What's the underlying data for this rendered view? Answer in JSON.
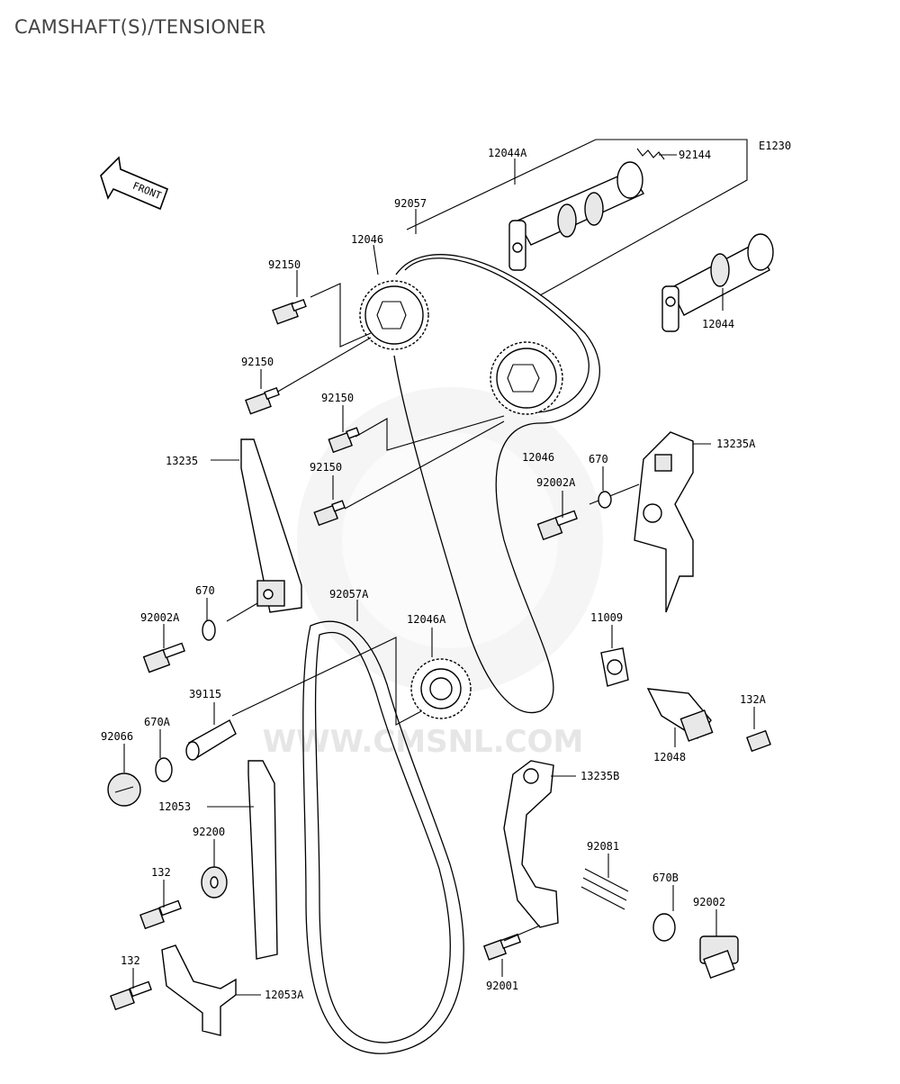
{
  "page": {
    "title": "CAMSHAFT(S)/TENSIONER"
  },
  "diagram": {
    "code": "E1230",
    "front_label": "FRONT",
    "watermark": "WWW.CMSNL.COM",
    "parts": {
      "p12044A": "12044A",
      "p92144": "92144",
      "p92057": "92057",
      "p12046a": "12046",
      "p12044": "12044",
      "p92150a": "92150",
      "p92150b": "92150",
      "p92150c": "92150",
      "p92150d": "92150",
      "p12046b": "12046",
      "p13235": "13235",
      "p13235A": "13235A",
      "p670a": "670",
      "p92002Aa": "92002A",
      "p670b": "670",
      "p92057A": "92057A",
      "p92002Ab": "92002A",
      "p12046A": "12046A",
      "p11009": "11009",
      "p39115": "39115",
      "p132A": "132A",
      "p670A": "670A",
      "p92066": "92066",
      "p12048": "12048",
      "p13235B": "13235B",
      "p12053": "12053",
      "p92200": "92200",
      "p92081": "92081",
      "p132a": "132",
      "p670B": "670B",
      "p92002": "92002",
      "p132b": "132",
      "p92001": "92001",
      "p12053A": "12053A"
    }
  }
}
